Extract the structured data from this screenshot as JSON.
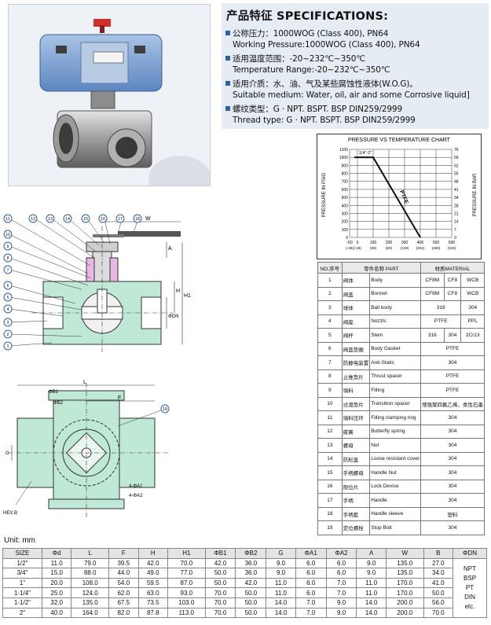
{
  "specs": {
    "title": "产品特征 SPECIFICATIONS:",
    "lines": [
      {
        "text": "公称压力：1000WOG (Class 400), PN64",
        "bullet": true
      },
      {
        "text": "Working Pressure:1000WOG (Class 400), PN64",
        "bullet": false
      },
      {
        "text": "适用温度范围：-20~232℃~350℃",
        "bullet": true
      },
      {
        "text": "Temperature Range:-20~232℃~350℃",
        "bullet": false
      },
      {
        "text": "适用介质：水、油、气及某些腐蚀性液体(W.O.G)。",
        "bullet": true
      },
      {
        "text": "Suitable medium: Water, oil, air and some Corrosive liquid]",
        "bullet": false
      },
      {
        "text": "螺纹类型：G · NPT. BSPT. BSP DIN259/2999",
        "bullet": true
      },
      {
        "text": "Thread type: G · NPT. BSPT. BSP DIN259/2999",
        "bullet": false
      }
    ]
  },
  "chart_data": {
    "type": "line",
    "title": "PRESSURE VS TEMPERATURE CHART",
    "ylabel_left": "PRESSURE IN PSIG",
    "ylabel_right": "PRESSURE IN BAR",
    "series": [
      {
        "name": "PTFE",
        "x": [
          -20,
          100,
          400
        ],
        "y": [
          1000,
          1000,
          0
        ]
      }
    ],
    "size_annotation": "1/4\"-2\"",
    "x_ticks": [
      "-50",
      "0",
      "100",
      "200",
      "300",
      "400",
      "500",
      "600"
    ],
    "x_ticks_c": [
      "(-46)",
      "(-18)",
      "(38)",
      "(93)",
      "(149)",
      "(204)",
      "(260)",
      "(316)"
    ],
    "y_ticks_psi": [
      "1100",
      "1000",
      "900",
      "800",
      "700",
      "600",
      "500",
      "400",
      "300",
      "200",
      "100",
      "0"
    ],
    "y_ticks_bar": [
      "76",
      "69",
      "62",
      "55",
      "48",
      "41",
      "34",
      "28",
      "21",
      "14",
      "7",
      "0"
    ],
    "xlim": [
      -50,
      600
    ],
    "ylim": [
      0,
      1100
    ],
    "grid": true
  },
  "parts": {
    "header": {
      "no": "NO.序号",
      "part": "零件名称 PART",
      "material": "材质MATERIAL"
    },
    "rows": [
      {
        "no": "1",
        "cn": "阀体",
        "en": "Body",
        "m": [
          "CF8M",
          "CF8",
          "WCB"
        ]
      },
      {
        "no": "2",
        "cn": "阀盖",
        "en": "Bonnet",
        "m": [
          "CF8M",
          "CF8",
          "WCB"
        ]
      },
      {
        "no": "3",
        "cn": "球体",
        "en": "Ball body",
        "m": [
          "316",
          "304"
        ]
      },
      {
        "no": "4",
        "cn": "阀座",
        "en": "Nozzlc",
        "m": [
          "PTFE",
          "PPL"
        ]
      },
      {
        "no": "5",
        "cn": "阀杆",
        "en": "Stem",
        "m": [
          "316",
          "304",
          "2Cr13"
        ]
      },
      {
        "no": "6",
        "cn": "阀盖垫圈",
        "en": "Body Gasket",
        "m": [
          "PTFE"
        ]
      },
      {
        "no": "7",
        "cn": "防静电装置",
        "en": "Anti-Static",
        "m": [
          "304"
        ]
      },
      {
        "no": "8",
        "cn": "止推垫片",
        "en": "Thrust spacer",
        "m": [
          "PTFE"
        ]
      },
      {
        "no": "9",
        "cn": "填料",
        "en": "Filling",
        "m": [
          "PTFE"
        ]
      },
      {
        "no": "10",
        "cn": "过渡垫片",
        "en": "Transition spacer",
        "m": [
          "增强聚四氟乙烯，柔性石墨"
        ]
      },
      {
        "no": "11",
        "cn": "填料压环",
        "en": "Filling clamping ring",
        "m": [
          "304"
        ]
      },
      {
        "no": "12",
        "cn": "碟簧",
        "en": "Butterfly spring",
        "m": [
          "304"
        ]
      },
      {
        "no": "13",
        "cn": "螺母",
        "en": "Nut",
        "m": [
          "304"
        ]
      },
      {
        "no": "14",
        "cn": "防松盖",
        "en": "Loose resistant cover",
        "m": [
          "304"
        ]
      },
      {
        "no": "15",
        "cn": "手柄螺母",
        "en": "Handle Nut",
        "m": [
          "304"
        ]
      },
      {
        "no": "16",
        "cn": "限位片",
        "en": "Lock Device",
        "m": [
          "304"
        ]
      },
      {
        "no": "17",
        "cn": "手柄",
        "en": "Handle",
        "m": [
          "304"
        ]
      },
      {
        "no": "18",
        "cn": "手柄套",
        "en": "Handle sleeve",
        "m": [
          "塑料"
        ]
      },
      {
        "no": "19",
        "cn": "定位螺栓",
        "en": "Stop Bolt",
        "m": [
          "304"
        ]
      }
    ]
  },
  "drawing": {
    "labels": {
      "w": "W",
      "h": "H",
      "h1": "H1",
      "a": "A",
      "dn": "ΦDN",
      "l": "L",
      "f": "F",
      "b1": "ΦB1",
      "b2": "ΦB2",
      "g": "G",
      "a1": "4-ΦA1",
      "a2": "4-ΦA2",
      "hex": "HEX.B"
    },
    "callouts": [
      "11",
      "12",
      "13",
      "14",
      "15",
      "16",
      "17",
      "18",
      "10",
      "9",
      "8",
      "7",
      "6",
      "5",
      "4",
      "3",
      "2",
      "1",
      "19"
    ]
  },
  "sizes": {
    "unit": "Unit: mm",
    "headers": [
      "SIZE",
      "Φd",
      "L",
      "F",
      "H",
      "H1",
      "ΦB1",
      "ΦB2",
      "G",
      "ΦA1",
      "ΦA2",
      "A",
      "W",
      "B",
      "ΦDN"
    ],
    "rows": [
      [
        "1/2\"",
        "11.0",
        "79.0",
        "39.5",
        "42.0",
        "70.0",
        "42.0",
        "36.0",
        "9.0",
        "6.0",
        "6.0",
        "9.0",
        "135.0",
        "27.0"
      ],
      [
        "3/4\"",
        "15.0",
        "88.0",
        "44.0",
        "49.0",
        "77.0",
        "50.0",
        "36.0",
        "9.0",
        "6.0",
        "6.0",
        "9.0",
        "135.0",
        "34.0"
      ],
      [
        "1\"",
        "20.0",
        "108.0",
        "54.0",
        "59.5",
        "87.0",
        "50.0",
        "42.0",
        "11.0",
        "6.0",
        "7.0",
        "11.0",
        "170.0",
        "41.0"
      ],
      [
        "1-1/4\"",
        "25.0",
        "124.0",
        "62.0",
        "63.0",
        "93.0",
        "70.0",
        "50.0",
        "11.0",
        "6.0",
        "7.0",
        "11.0",
        "170.0",
        "50.0"
      ],
      [
        "1-1/2\"",
        "32.0",
        "135.0",
        "67.5",
        "73.5",
        "103.0",
        "70.0",
        "50.0",
        "14.0",
        "7.0",
        "9.0",
        "14.0",
        "200.0",
        "56.0"
      ],
      [
        "2\"",
        "40.0",
        "164.0",
        "82.0",
        "87.8",
        "113.0",
        "70.0",
        "50.0",
        "14.0",
        "7.0",
        "9.0",
        "14.0",
        "200.0",
        "70.0"
      ]
    ],
    "dn_notes": [
      "NPT",
      "BSP",
      "PT",
      "DIN",
      "etc."
    ]
  },
  "colors": {
    "accent": "#2d5fa6",
    "body": "#bfe8d6",
    "actuator": "#7fa7d8"
  }
}
